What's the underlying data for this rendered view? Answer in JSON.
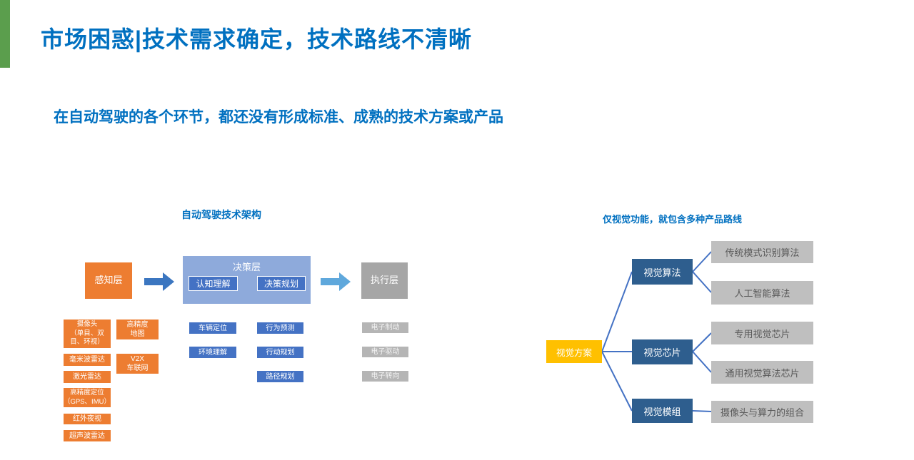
{
  "slide": {
    "title": "市场困惑|技术需求确定，技术路线不清晰",
    "subtitle": "在自动驾驶的各个环节，都还没有形成标准、成熟的技术方案或产品",
    "colors": {
      "accent_green": "#5B9E4D",
      "heading_blue": "#0070C0",
      "orange": "#ED7D31",
      "periwinkle": "#8EAADB",
      "mid_blue": "#4472C4",
      "layer_gray": "#A6A6A6",
      "leaf_gray": "#BFBFBF",
      "tree_node_blue": "#2E5E8E",
      "tree_root_yellow": "#FFC000",
      "arrow1_blue": "#3B76C0",
      "arrow2_blue": "#5FA8DC"
    }
  },
  "left_diagram": {
    "caption": "自动驾驶技术架构",
    "layers": {
      "perception": "感知层",
      "decision": "决策层",
      "decision_sub1": "认知理解",
      "decision_sub2": "决策规划",
      "execution": "执行层"
    },
    "sensor_items_col1": [
      "摄像头\n（单目、双\n目、环视）",
      "毫米波雷达",
      "激光雷达",
      "高精度定位\n（GPS、IMU）",
      "红外夜视",
      "超声波雷达"
    ],
    "sensor_items_col2": [
      "高精度\n地图",
      "V2X\n车联网"
    ],
    "decision_items_col1": [
      "车辆定位",
      "环境理解"
    ],
    "decision_items_col2": [
      "行为预测",
      "行动规划",
      "路径规划"
    ],
    "execution_items": [
      "电子制动",
      "电子驱动",
      "电子转向"
    ]
  },
  "right_diagram": {
    "caption": "仅视觉功能，就包含多种产品路线",
    "root": "视觉方案",
    "branches": [
      {
        "label": "视觉算法",
        "children": [
          "传统模式识别算法",
          "人工智能算法"
        ]
      },
      {
        "label": "视觉芯片",
        "children": [
          "专用视觉芯片",
          "通用视觉算法芯片"
        ]
      },
      {
        "label": "视觉模组",
        "children": [
          "摄像头与算力的组合"
        ]
      }
    ]
  }
}
